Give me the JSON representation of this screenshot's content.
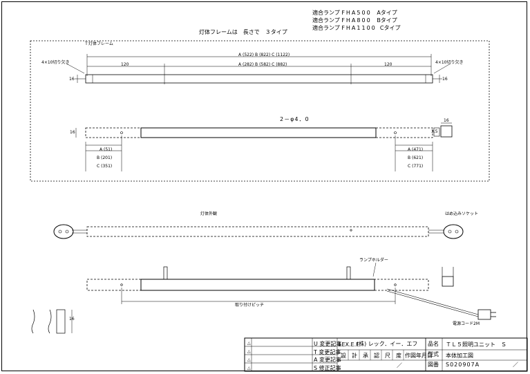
{
  "lamps": [
    {
      "label": "適合ランプ",
      "model": "FHA500",
      "type": "Aタイプ"
    },
    {
      "label": "適合ランプ",
      "model": "FHA800",
      "type": "Bタイプ"
    },
    {
      "label": "適合ランプ",
      "model": "FHA1100",
      "type": "Cタイプ"
    }
  ],
  "frame_note": "灯体フレームは　長さで　３タイプ",
  "section_frame": "Ｔ灯体フレーム",
  "dims": {
    "a_total": "A (522)  B (822)  C (1122)",
    "a_mid": "A (282)  B (582)  C (882)",
    "left_120": "120",
    "right_120": "120",
    "hole_left": "4×10切り欠き",
    "hole_right": "4×10切り欠き",
    "height_left": "16",
    "height_right": "16",
    "holes": "2－φ4．0",
    "h_left2": "16",
    "w_right": "16",
    "a_l": "A (51)",
    "b_l": "B (201)",
    "c_l": "C (351)",
    "a_r": "A (471)",
    "b_r": "B (621)",
    "c_r": "C (771)",
    "d_right": "3.5",
    "fitting_height": "16"
  },
  "labels": {
    "body": "灯体外観",
    "socket": "はめ込みソケット",
    "holder": "ランプホルダー",
    "pitch": "取り付けピッチ",
    "cord": "電源コード2M"
  },
  "title_block": {
    "revisions": [
      "U 変更記事",
      "T 変更記事",
      "A 変更記事",
      "S 修正記事"
    ],
    "company_logo": "LEX.E.F.",
    "company": "(株) レック．イー．エフ",
    "signs": [
      "設",
      "計",
      "承",
      "認",
      "尺",
      "度",
      "作図年月日"
    ],
    "product_label": "品名",
    "product": "ＴＬ５照明ユニット　Ｓ",
    "model_label": "型式",
    "model": "本体加工図",
    "drawing_label": "図番",
    "drawing": "S020907A",
    "slash": "／",
    "scale_slash": "／"
  }
}
